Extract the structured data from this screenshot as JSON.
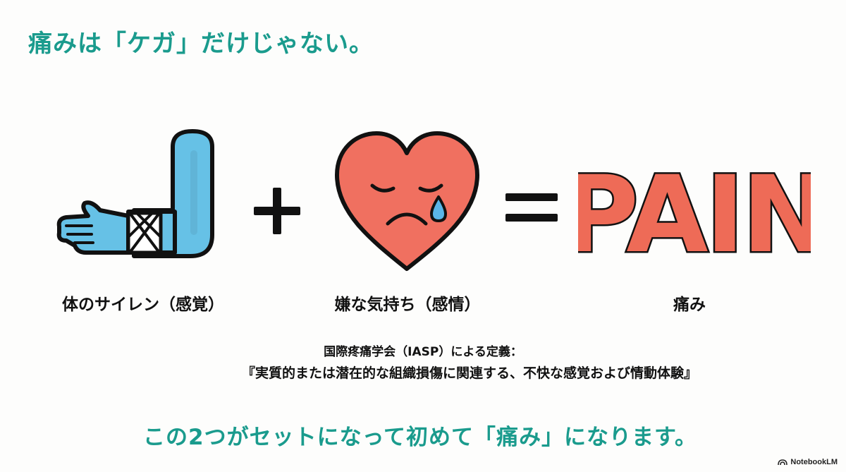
{
  "title": "痛みは「ケガ」だけじゃない。",
  "equation": {
    "plus": "+",
    "equals": "=",
    "pain_word": "PAIN"
  },
  "captions": {
    "sensation": "体のサイレン（感覚）",
    "emotion": "嫌な気持ち（感情）",
    "pain": "痛み"
  },
  "definition": {
    "heading": "国際疼痛学会（IASP）による定義：",
    "text": "『実質的または潜在的な組織損傷に関連する、不快な感覚および情動体験』"
  },
  "conclusion": "この2つがセットになって初めて「痛み」になります。",
  "branding": {
    "label": "NotebookLM"
  },
  "icons": {
    "arm": "bandaged-arm-icon",
    "heart": "sad-heart-icon",
    "brand": "notebooklm-logo-icon"
  },
  "colors": {
    "accent": "#1a9b8d",
    "arm_blue": "#66c1e6",
    "heart_red": "#f07060",
    "pain_red": "#ee6b57",
    "tear_blue": "#5ab5e8",
    "outline": "#111111"
  }
}
